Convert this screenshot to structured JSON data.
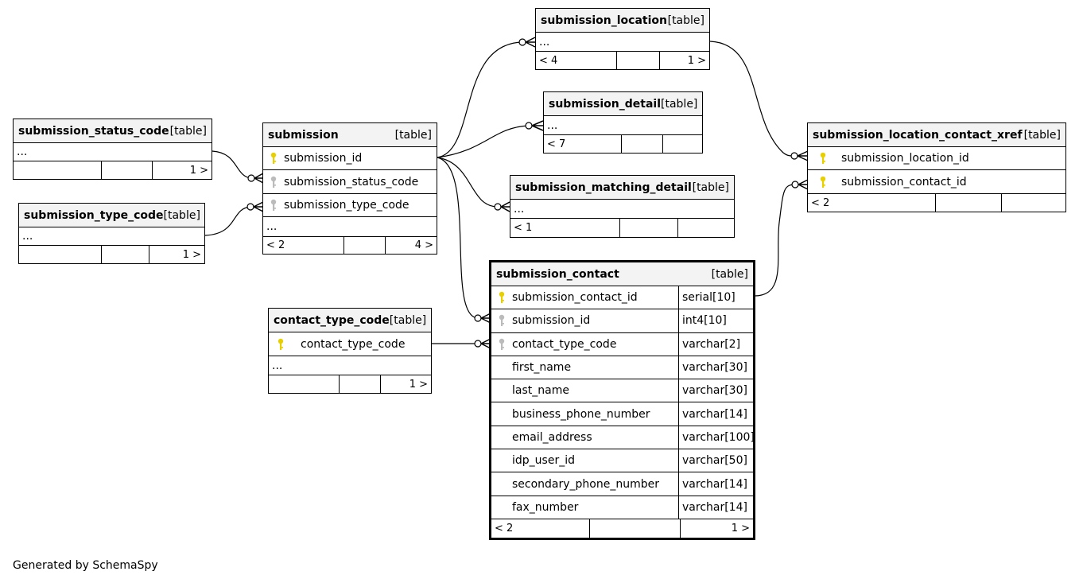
{
  "generated_by": "Generated by SchemaSpy",
  "colors": {
    "primary_key": "#e8d000",
    "foreign_key": "#bbbbbb",
    "header_bg": "#f3f3f3"
  },
  "tables": {
    "submission_status_code": {
      "name": "submission_status_code",
      "type": "[table]",
      "more": "...",
      "footer": [
        "",
        "",
        "1 >"
      ]
    },
    "submission_type_code": {
      "name": "submission_type_code",
      "type": "[table]",
      "more": "...",
      "footer": [
        "",
        "",
        "1 >"
      ]
    },
    "submission": {
      "name": "submission",
      "type": "[table]",
      "columns": [
        {
          "name": "submission_id",
          "key": "primary-key-icon"
        },
        {
          "name": "submission_status_code",
          "key": "foreign-key-icon"
        },
        {
          "name": "submission_type_code",
          "key": "foreign-key-icon"
        }
      ],
      "more": "...",
      "footer": [
        "< 2",
        "",
        "4 >"
      ]
    },
    "submission_location": {
      "name": "submission_location",
      "type": "[table]",
      "more": "...",
      "footer": [
        "< 4",
        "",
        "1 >"
      ]
    },
    "submission_detail": {
      "name": "submission_detail",
      "type": "[table]",
      "more": "...",
      "footer": [
        "< 7",
        "",
        ""
      ]
    },
    "submission_matching_detail": {
      "name": "submission_matching_detail",
      "type": "[table]",
      "more": "...",
      "footer": [
        "< 1",
        "",
        ""
      ]
    },
    "submission_location_contact_xref": {
      "name": "submission_location_contact_xref",
      "type": "[table]",
      "columns": [
        {
          "name": "submission_location_id",
          "key": "primary-key-icon"
        },
        {
          "name": "submission_contact_id",
          "key": "primary-key-icon"
        }
      ],
      "footer": [
        "< 2",
        "",
        ""
      ]
    },
    "contact_type_code": {
      "name": "contact_type_code",
      "type": "[table]",
      "columns": [
        {
          "name": "contact_type_code",
          "key": "primary-key-icon"
        }
      ],
      "more": "...",
      "footer": [
        "",
        "",
        "1 >"
      ]
    },
    "submission_contact": {
      "name": "submission_contact",
      "type": "[table]",
      "columns": [
        {
          "name": "submission_contact_id",
          "type": "serial[10]",
          "key": "primary-key-icon"
        },
        {
          "name": "submission_id",
          "type": "int4[10]",
          "key": "foreign-key-icon"
        },
        {
          "name": "contact_type_code",
          "type": "varchar[2]",
          "key": "foreign-key-icon"
        },
        {
          "name": "first_name",
          "type": "varchar[30]",
          "key": ""
        },
        {
          "name": "last_name",
          "type": "varchar[30]",
          "key": ""
        },
        {
          "name": "business_phone_number",
          "type": "varchar[14]",
          "key": ""
        },
        {
          "name": "email_address",
          "type": "varchar[100]",
          "key": ""
        },
        {
          "name": "idp_user_id",
          "type": "varchar[50]",
          "key": ""
        },
        {
          "name": "secondary_phone_number",
          "type": "varchar[14]",
          "key": ""
        },
        {
          "name": "fax_number",
          "type": "varchar[14]",
          "key": ""
        }
      ],
      "footer": [
        "< 2",
        "",
        "1 >"
      ]
    }
  }
}
